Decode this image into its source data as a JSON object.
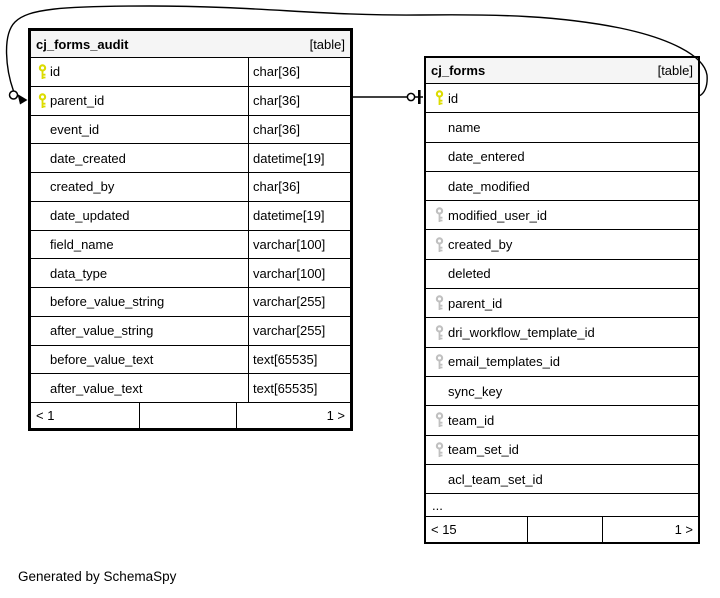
{
  "page": {
    "caption": "Generated by SchemaSpy"
  },
  "colors": {
    "primary_key": "#dcdc00",
    "foreign_key": "#c0c0c0",
    "header_bg": "#f5f5f5",
    "line": "#000000"
  },
  "tables": [
    {
      "title": "cj_forms_audit",
      "badge": "[table]",
      "show_types": true,
      "columns": [
        {
          "name": "id",
          "type": "char[36]",
          "key": "primary"
        },
        {
          "name": "parent_id",
          "type": "char[36]",
          "key": "primary"
        },
        {
          "name": "event_id",
          "type": "char[36]",
          "key": null
        },
        {
          "name": "date_created",
          "type": "datetime[19]",
          "key": null
        },
        {
          "name": "created_by",
          "type": "char[36]",
          "key": null
        },
        {
          "name": "date_updated",
          "type": "datetime[19]",
          "key": null
        },
        {
          "name": "field_name",
          "type": "varchar[100]",
          "key": null
        },
        {
          "name": "data_type",
          "type": "varchar[100]",
          "key": null
        },
        {
          "name": "before_value_string",
          "type": "varchar[255]",
          "key": null
        },
        {
          "name": "after_value_string",
          "type": "varchar[255]",
          "key": null
        },
        {
          "name": "before_value_text",
          "type": "text[65535]",
          "key": null
        },
        {
          "name": "after_value_text",
          "type": "text[65535]",
          "key": null
        }
      ],
      "footer": {
        "left": "< 1",
        "middle": "",
        "right": "1 >"
      }
    },
    {
      "title": "cj_forms",
      "badge": "[table]",
      "show_types": false,
      "columns": [
        {
          "name": "id",
          "key": "primary"
        },
        {
          "name": "name",
          "key": null
        },
        {
          "name": "date_entered",
          "key": null
        },
        {
          "name": "date_modified",
          "key": null
        },
        {
          "name": "modified_user_id",
          "key": "foreign"
        },
        {
          "name": "created_by",
          "key": "foreign"
        },
        {
          "name": "deleted",
          "key": null
        },
        {
          "name": "parent_id",
          "key": "foreign"
        },
        {
          "name": "dri_workflow_template_id",
          "key": "foreign"
        },
        {
          "name": "email_templates_id",
          "key": "foreign"
        },
        {
          "name": "sync_key",
          "key": null
        },
        {
          "name": "team_id",
          "key": "foreign"
        },
        {
          "name": "team_set_id",
          "key": "foreign"
        },
        {
          "name": "acl_team_set_id",
          "key": null
        }
      ],
      "ellipsis": "...",
      "footer": {
        "left": "< 15",
        "middle": "",
        "right": "1 >"
      }
    }
  ],
  "relationship": {
    "from": "cj_forms_audit.parent_id",
    "to": "cj_forms.id"
  }
}
